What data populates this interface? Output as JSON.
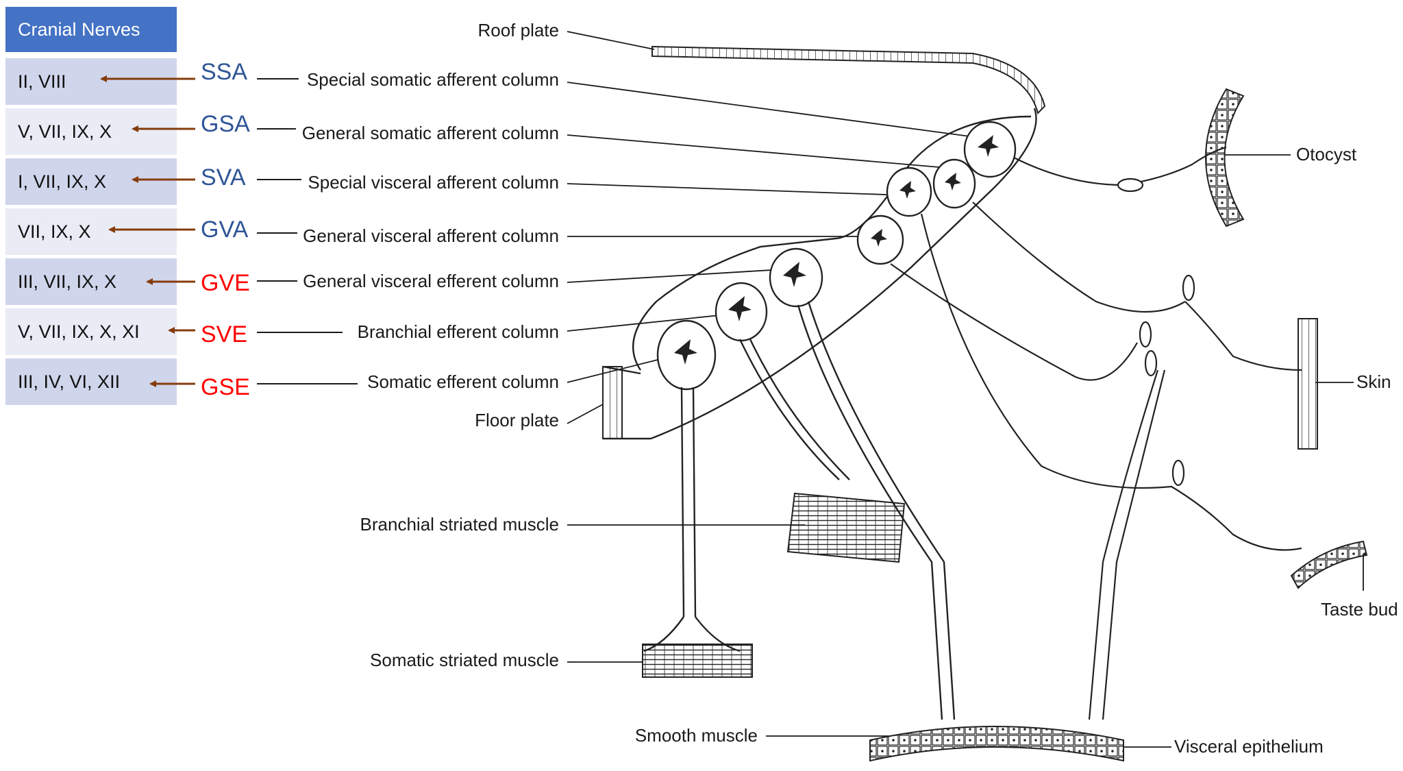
{
  "table": {
    "header": "Cranial Nerves",
    "rows": [
      {
        "nerves": "II, VIII",
        "code": "SSA",
        "code_color": "#2f5597",
        "column": "Special somatic afferent column"
      },
      {
        "nerves": "V, VII, IX, X",
        "code": "GSA",
        "code_color": "#2f5597",
        "column": "General somatic afferent column"
      },
      {
        "nerves": "I, VII, IX, X",
        "code": "SVA",
        "code_color": "#2f5597",
        "column": "Special visceral afferent column"
      },
      {
        "nerves": "VII, IX, X",
        "code": "GVA",
        "code_color": "#2f5597",
        "column": "General visceral afferent column"
      },
      {
        "nerves": "III, VII, IX, X",
        "code": "GVE",
        "code_color": "#ff0000",
        "column": "General visceral efferent column"
      },
      {
        "nerves": "V, VII, IX, X, XI",
        "code": "SVE",
        "code_color": "#ff0000",
        "column": "Branchial efferent column"
      },
      {
        "nerves": "III, IV, VI, XII",
        "code": "GSE",
        "code_color": "#ff0000",
        "column": "Somatic efferent column"
      }
    ]
  },
  "labels": {
    "roof_plate": "Roof plate",
    "floor_plate": "Floor plate",
    "otocyst": "Otocyst",
    "skin": "Skin",
    "taste_bud": "Taste bud",
    "branchial_muscle": "Branchial striated muscle",
    "somatic_muscle": "Somatic striated muscle",
    "smooth_muscle": "Smooth muscle",
    "visceral_epithelium": "Visceral epithelium"
  },
  "colors": {
    "header_bg": "#4472c4",
    "row_dark": "#cfd5ea",
    "row_light": "#e9ebf5",
    "arrow": "#843c0c",
    "afferent_code": "#2f5597",
    "efferent_code": "#ff0000"
  }
}
